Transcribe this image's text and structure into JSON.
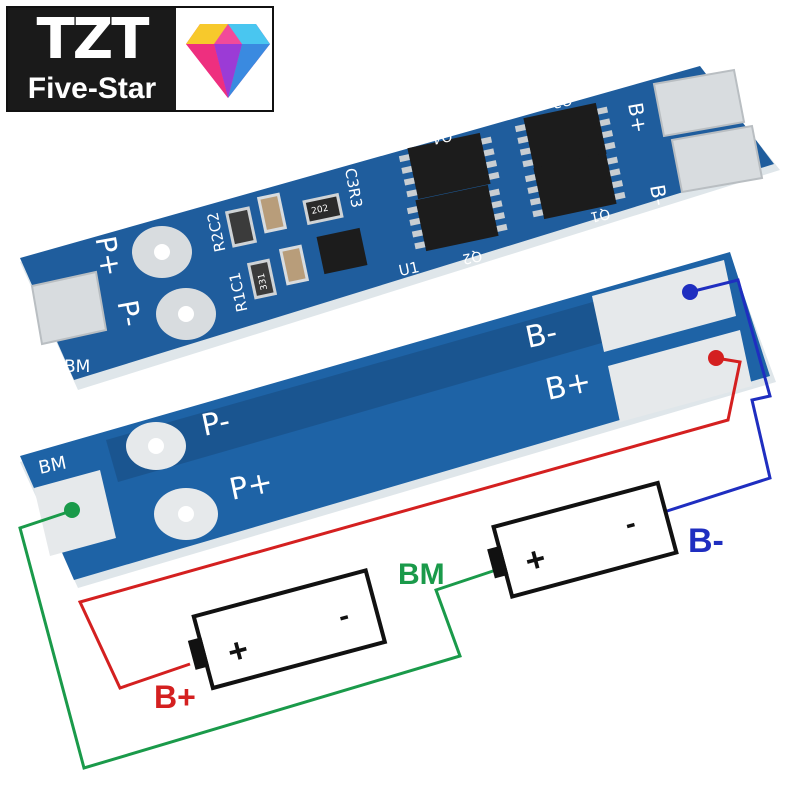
{
  "logo": {
    "brand": "TZT",
    "tagline": "Five-Star"
  },
  "board_top": {
    "pads": {
      "p_plus": "P+",
      "p_minus": "P-",
      "bm": "BM",
      "b_plus": "B+",
      "b_minus": "B-"
    },
    "refs": {
      "r1c1": "R1C1",
      "r2c2": "R2C2",
      "c3r3": "C3R3",
      "u1": "U1",
      "q1": "Q1",
      "q2": "Q2",
      "q3": "Q3",
      "q4": "Q4",
      "res_code_1": "202",
      "res_code_2": "331"
    }
  },
  "board_bottom": {
    "pads": {
      "p_minus": "P-",
      "p_plus": "P+",
      "bm": "BM",
      "b_minus": "B-",
      "b_plus": "B+"
    }
  },
  "wiring": {
    "bm_label": "BM",
    "b_plus_label": "B+",
    "b_minus_label": "B-",
    "cell1": {
      "plus": "+",
      "minus": "-"
    },
    "cell2": {
      "plus": "+",
      "minus": "-"
    },
    "colors": {
      "bm": "#1a9a4a",
      "b_plus": "#d42020",
      "b_minus": "#1f2ec0",
      "pcb": "#1e5fa0"
    }
  }
}
